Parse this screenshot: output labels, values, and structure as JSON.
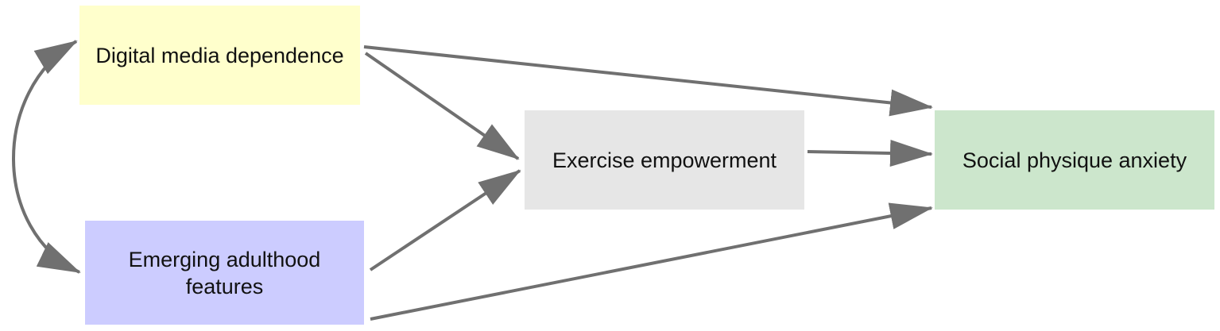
{
  "nodes": {
    "digital_media": {
      "label": "Digital media dependence",
      "color": "#ffffcc"
    },
    "emerging_adulthood": {
      "label_line1": "Emerging adulthood",
      "label_line2": "features",
      "color": "#ccccff"
    },
    "exercise": {
      "label": "Exercise empowerment",
      "color": "#e6e6e6"
    },
    "social_physique": {
      "label": "Social physique anxiety",
      "color": "#cce6cc"
    }
  },
  "edges": [
    {
      "from": "digital_media",
      "to": "social_physique",
      "type": "directed"
    },
    {
      "from": "digital_media",
      "to": "exercise",
      "type": "directed"
    },
    {
      "from": "emerging_adulthood",
      "to": "exercise",
      "type": "directed"
    },
    {
      "from": "emerging_adulthood",
      "to": "social_physique",
      "type": "directed"
    },
    {
      "from": "exercise",
      "to": "social_physique",
      "type": "directed"
    },
    {
      "from": "digital_media",
      "to": "emerging_adulthood",
      "type": "bidirectional-curved"
    }
  ],
  "arrow_color": "#707070"
}
